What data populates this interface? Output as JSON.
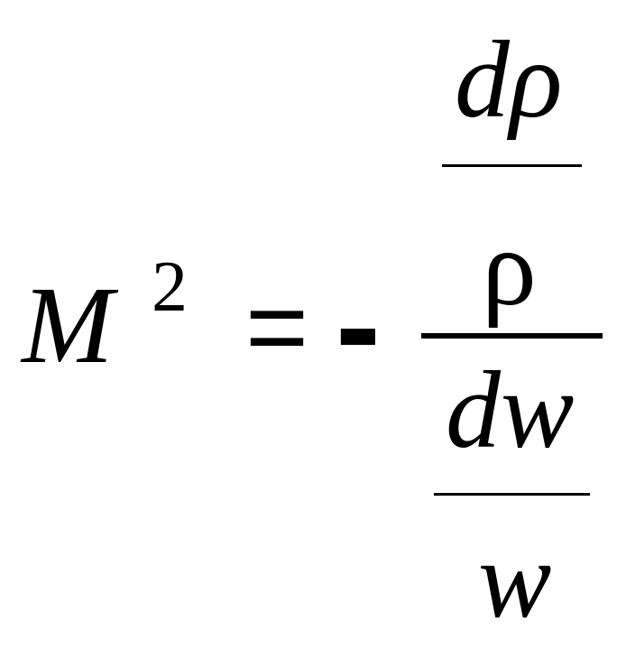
{
  "equation": {
    "lhs": {
      "base": "M",
      "exponent": "2"
    },
    "equals": "=",
    "minus": "-",
    "outer_numerator": {
      "numerator": "dρ",
      "denominator": "ρ"
    },
    "outer_denominator": {
      "numerator": "dw",
      "denominator": "w"
    }
  }
}
